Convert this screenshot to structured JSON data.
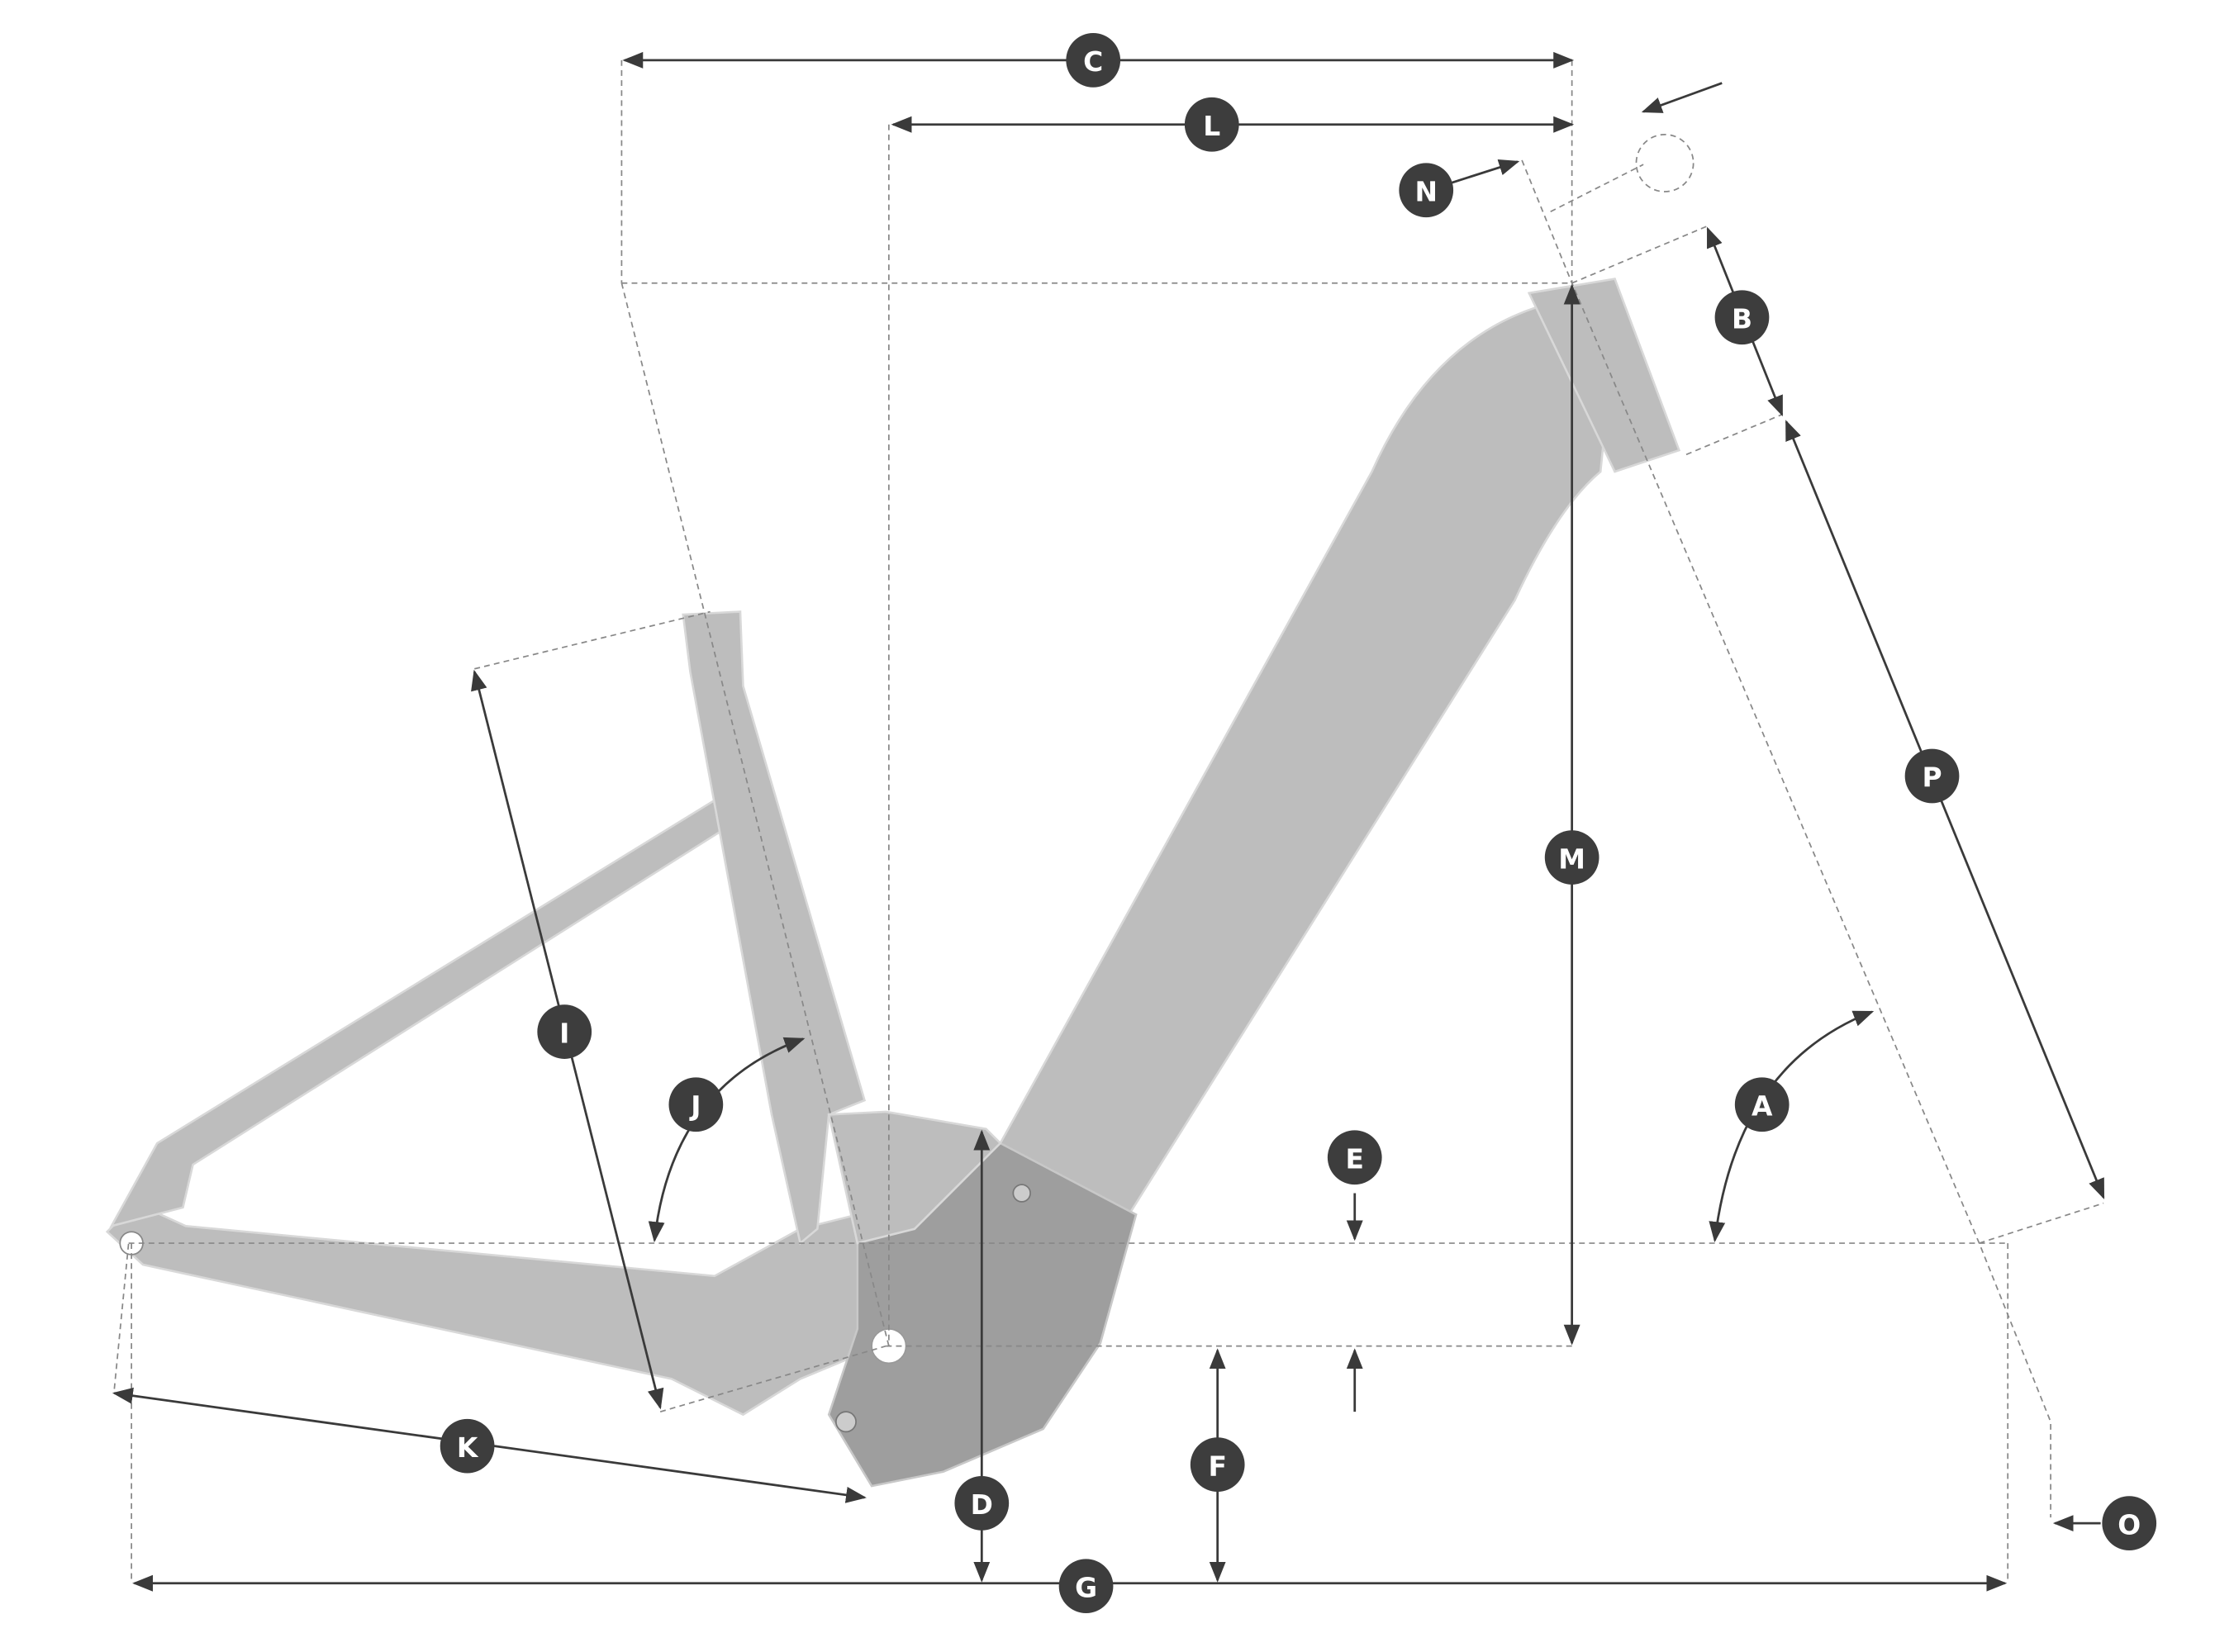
{
  "diagram": {
    "type": "bicycle-frame-geometry",
    "labels": {
      "A": "A",
      "B": "B",
      "C": "C",
      "D": "D",
      "E": "E",
      "F": "F",
      "G": "G",
      "I": "I",
      "J": "J",
      "K": "K",
      "L": "L",
      "M": "M",
      "N": "N",
      "O": "O",
      "P": "P"
    },
    "colors": {
      "badge": "#3d3d3d",
      "frame": "#bdbdbd",
      "dimension_line": "#3a3a3a",
      "guide_line": "#888888"
    }
  }
}
